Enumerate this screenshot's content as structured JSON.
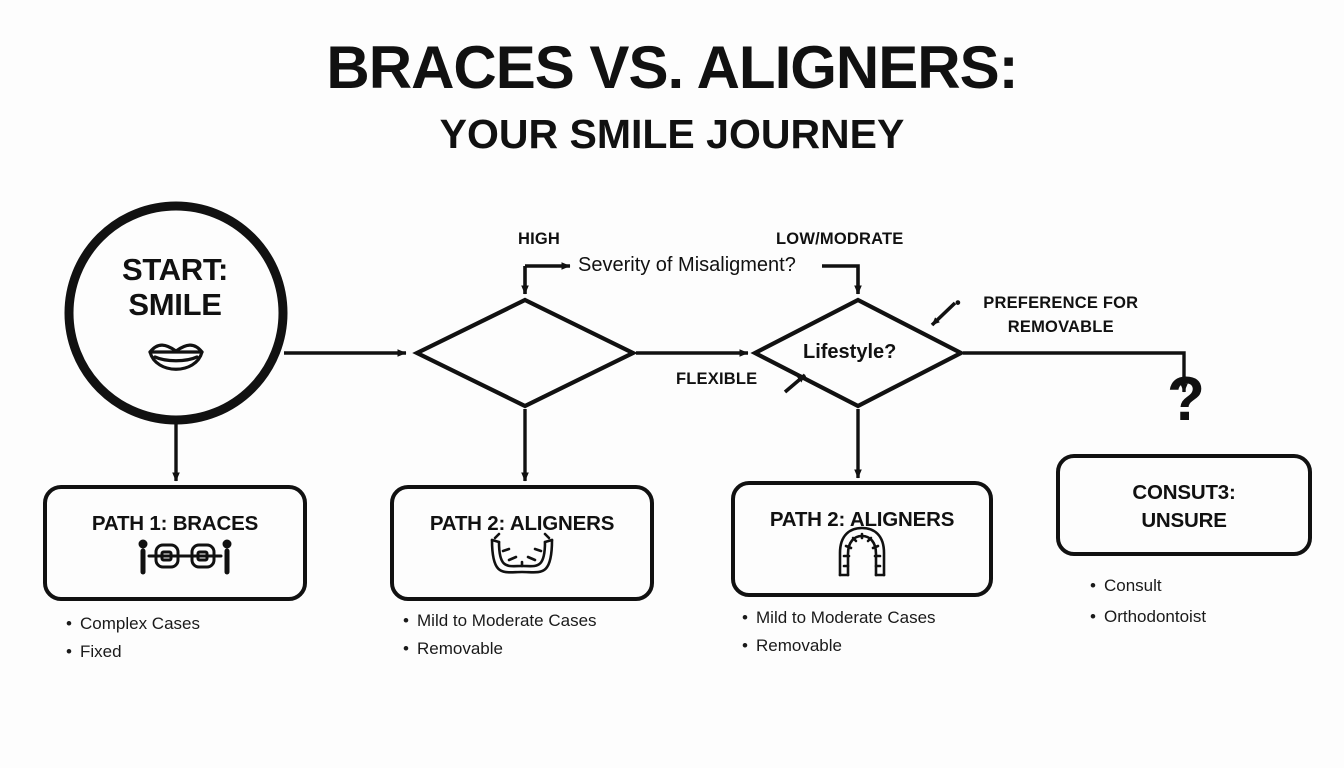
{
  "title": {
    "main": "BRACES VS. ALIGNERS:",
    "sub": "YOUR SMILE JOURNEY"
  },
  "colors": {
    "background": "#fdfdfd",
    "stroke": "#111111",
    "text": "#111111"
  },
  "start_node": {
    "line1": "START:",
    "line2": "SMILE",
    "icon": "smile-lips-icon"
  },
  "decisions": [
    {
      "id": "severity",
      "label": "Severity of Misaligment?",
      "branch_label_left": "HIGH",
      "branch_label_right": "LOW/MODRATE"
    },
    {
      "id": "lifestyle",
      "label": "Lifestyle?",
      "branch_label_in": "FLEXIBLE"
    }
  ],
  "side_note": {
    "bullet": "•",
    "line1": "PREFERENCE FOR",
    "line2": "REMOVABLE"
  },
  "question_glyph": "?",
  "outcomes": [
    {
      "id": "path1-braces",
      "title": "PATH 1: BRACES",
      "icon": "braces-icon",
      "bullets": [
        "Complex Cases",
        "Fixed"
      ]
    },
    {
      "id": "path2-aligners-a",
      "title": "PATH 2: ALIGNERS",
      "icon": "aligner-tray-lower-icon",
      "bullets": [
        "Mild to Moderate Cases",
        "Removable"
      ]
    },
    {
      "id": "path2-aligners-b",
      "title": "PATH 2: ALIGNERS",
      "icon": "aligner-tray-arch-icon",
      "bullets": [
        "Mild to Moderate Cases",
        "Removable"
      ]
    },
    {
      "id": "consult-unsure",
      "title_line1": "CONSUT3:",
      "title_line2": "UNSURE",
      "bullets": [
        "Consult",
        "Orthodontoist"
      ]
    }
  ]
}
